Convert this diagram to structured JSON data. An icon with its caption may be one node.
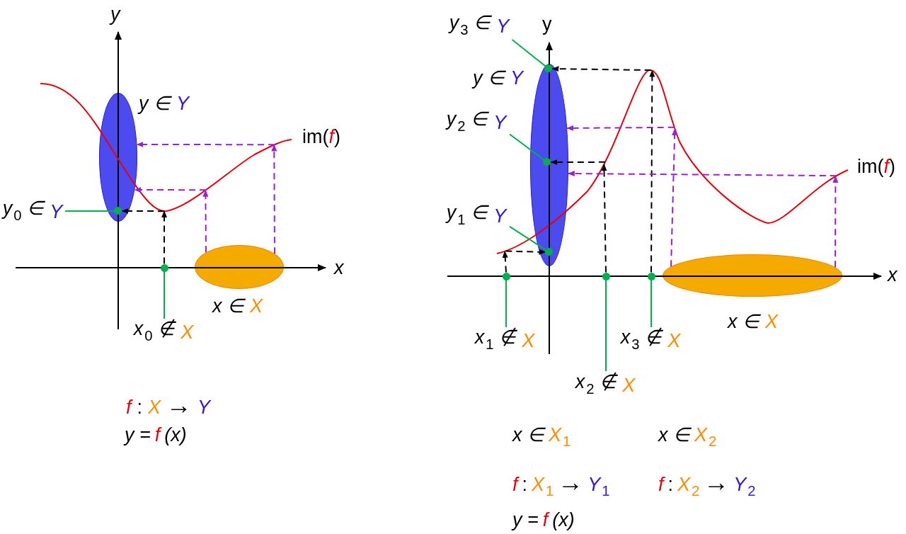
{
  "diagram": {
    "nodes": [
      {
        "text": [],
        "shape": "ellipse",
        "beside": [
          "y ∈",
          "Y"
        ]
      },
      {
        "text": [],
        "shape": "ellipse",
        "beside": [
          "x ∈",
          "X"
        ]
      },
      {
        "text": [
          "y$_{0}$ ∈",
          "Y"
        ]
      },
      {
        "text": [],
        "shape": "circle",
        "in": 0
      },
      {
        "text": [],
        "shape": "circle"
      },
      {
        "text": [
          "x$_{0}$ ∉",
          "X"
        ]
      },
      {
        "text": [],
        "shape": "ellipse",
        "beside": [
          "y ∈",
          "Y"
        ]
      },
      {
        "text": [],
        "shape": "ellipse",
        "beside": [
          "x ∈",
          "X"
        ]
      },
      {
        "text": [
          "y$_{3}$ ∈",
          "Y"
        ]
      },
      {
        "text": [],
        "shape": "circle",
        "in": 6
      },
      {
        "text": [
          "y$_{2}$ ∈",
          "Y"
        ]
      },
      {
        "text": [],
        "shape": "circle",
        "in": 6
      },
      {
        "text": [
          "y$_{1}$ ∈",
          "Y"
        ]
      },
      {
        "text": [],
        "shape": "circle",
        "in": 6
      },
      {
        "text": [],
        "shape": "circle"
      },
      {
        "text": [
          "x$_{1}$ ∉",
          "X"
        ]
      },
      {
        "text": [],
        "shape": "circle"
      },
      {
        "text": [
          "x$_{2}$ ∉",
          "X"
        ]
      },
      {
        "text": [],
        "shape": "circle"
      },
      {
        "text": [
          "x$_{3}$ ∉",
          "X"
        ]
      },
      {
        "text": [],
        "shape": "curve",
        "beside": [
          "im(",
          "f",
          ")"
        ]
      },
      {
        "text": [],
        "shape": "curve",
        "beside": [
          "im(",
          "f",
          ")"
        ]
      }
    ],
    "edges": [
      {
        "from": 2,
        "to": 3,
        "arrow": "none",
        "color": "#00b050"
      },
      {
        "from": 5,
        "to": 4,
        "arrow": "none",
        "color": "#00b050"
      },
      {
        "from": 4,
        "to": 20,
        "arrow": "to",
        "style": "dashed",
        "color": "#000000"
      },
      {
        "from": 20,
        "to": 3,
        "arrow": "to",
        "style": "dashed",
        "color": "#000000"
      },
      {
        "from": 1,
        "to": 20,
        "arrow": "to",
        "style": "dashed",
        "color": "#9b1fd6"
      },
      {
        "from": 1,
        "to": 20,
        "arrow": "to",
        "style": "dashed",
        "color": "#9b1fd6"
      },
      {
        "from": 20,
        "to": 0,
        "arrow": "to",
        "style": "dashed",
        "color": "#9b1fd6"
      },
      {
        "from": 20,
        "to": 0,
        "arrow": "to",
        "style": "dashed",
        "color": "#9b1fd6"
      },
      {
        "from": 8,
        "to": 9,
        "arrow": "none",
        "color": "#00b050"
      },
      {
        "from": 10,
        "to": 11,
        "arrow": "none",
        "color": "#00b050"
      },
      {
        "from": 12,
        "to": 13,
        "arrow": "none",
        "color": "#00b050"
      },
      {
        "from": 15,
        "to": 14,
        "arrow": "none",
        "color": "#00b050"
      },
      {
        "from": 17,
        "to": 16,
        "arrow": "none",
        "color": "#00b050"
      },
      {
        "from": 19,
        "to": 18,
        "arrow": "none",
        "color": "#00b050"
      },
      {
        "from": 14,
        "to": 21,
        "arrow": "to",
        "style": "dashed",
        "color": "#000000"
      },
      {
        "from": 21,
        "to": 13,
        "arrow": "to",
        "style": "dashed",
        "color": "#000000"
      },
      {
        "from": 16,
        "to": 21,
        "arrow": "to",
        "style": "dashed",
        "color": "#000000"
      },
      {
        "from": 21,
        "to": 11,
        "arrow": "to",
        "style": "dashed",
        "color": "#000000"
      },
      {
        "from": 18,
        "to": 21,
        "arrow": "to",
        "style": "dashed",
        "color": "#000000"
      },
      {
        "from": 21,
        "to": 9,
        "arrow": "to",
        "style": "dashed",
        "color": "#000000"
      },
      {
        "from": 7,
        "to": 21,
        "arrow": "to",
        "style": "dashed",
        "color": "#9b1fd6"
      },
      {
        "from": 7,
        "to": 21,
        "arrow": "to",
        "style": "dashed",
        "color": "#9b1fd6"
      },
      {
        "from": 21,
        "to": 6,
        "arrow": "to",
        "style": "dashed",
        "color": "#9b1fd6"
      },
      {
        "from": 21,
        "to": 6,
        "arrow": "to",
        "style": "dashed",
        "color": "#9b1fd6"
      }
    ],
    "labels": [
      "y",
      "x",
      "f",
      ":",
      "X",
      "→",
      "Y",
      "y =",
      "f",
      "(x)",
      "y",
      "x",
      "x ∈",
      "X$_{1}$",
      "x ∈",
      "X$_{2}$",
      "f",
      ":",
      "X$_{1}$",
      "→",
      "Y$_{1}$",
      "f",
      ":",
      "X$_{2}$",
      "→",
      "Y$_{2}$",
      "y =",
      "f",
      "(x)"
    ]
  }
}
